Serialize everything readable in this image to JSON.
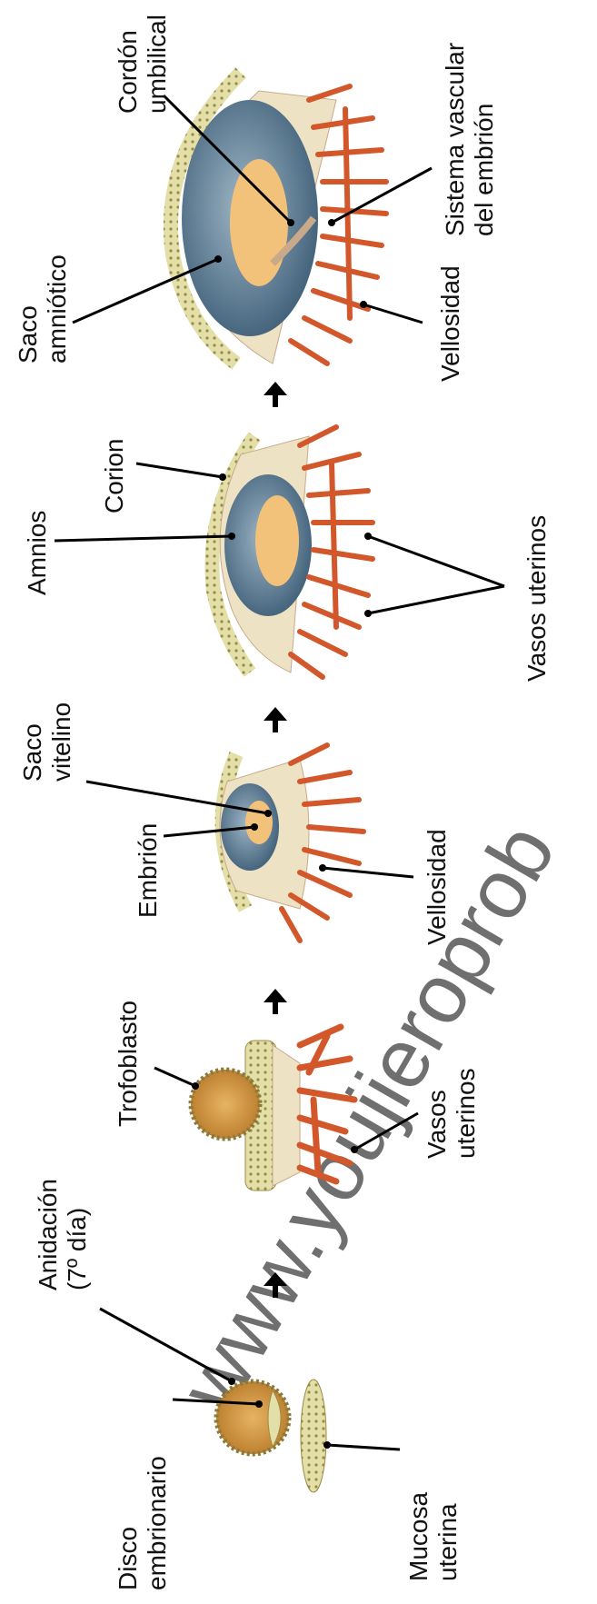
{
  "watermark": "www.youjieroprob",
  "labels": {
    "disco_embrionario": [
      "Disco",
      "embrionario"
    ],
    "anidacion": [
      "Anidación",
      "(7º día)"
    ],
    "mucosa_uterina": [
      "Mucosa",
      "uterina"
    ],
    "trofoblasto": [
      "Trofoblasto"
    ],
    "vasos_uterinos_1": [
      "Vasos",
      "uterinos"
    ],
    "embrion": [
      "Embrión"
    ],
    "saco_vitelino": [
      "Saco",
      "vitelino"
    ],
    "vellosidad_1": [
      "Vellosidad"
    ],
    "amnios": [
      "Amnios"
    ],
    "corion": [
      "Corion"
    ],
    "vasos_uterinos_2": [
      "Vasos uterinos"
    ],
    "saco_amniotico": [
      "Saco",
      "amniótico"
    ],
    "cordon_umbilical": [
      "Cordón",
      "umbilical"
    ],
    "sistema_vascular": [
      "Sistema vascular",
      "del embrión"
    ],
    "vellosidad_2": [
      "Vellosidad"
    ]
  },
  "colors": {
    "membrane": "#e3dfa8",
    "membrane_dot": "#9c8b45",
    "blastocyst": "#d6a24c",
    "vessels": "#d2582c",
    "amnion_blue": "#5d7f96",
    "embryo": "#f2c27a",
    "chorion_fill": "#ede2c4",
    "arrow": "#000000"
  },
  "icons": [
    "stage-arrow-icon"
  ]
}
